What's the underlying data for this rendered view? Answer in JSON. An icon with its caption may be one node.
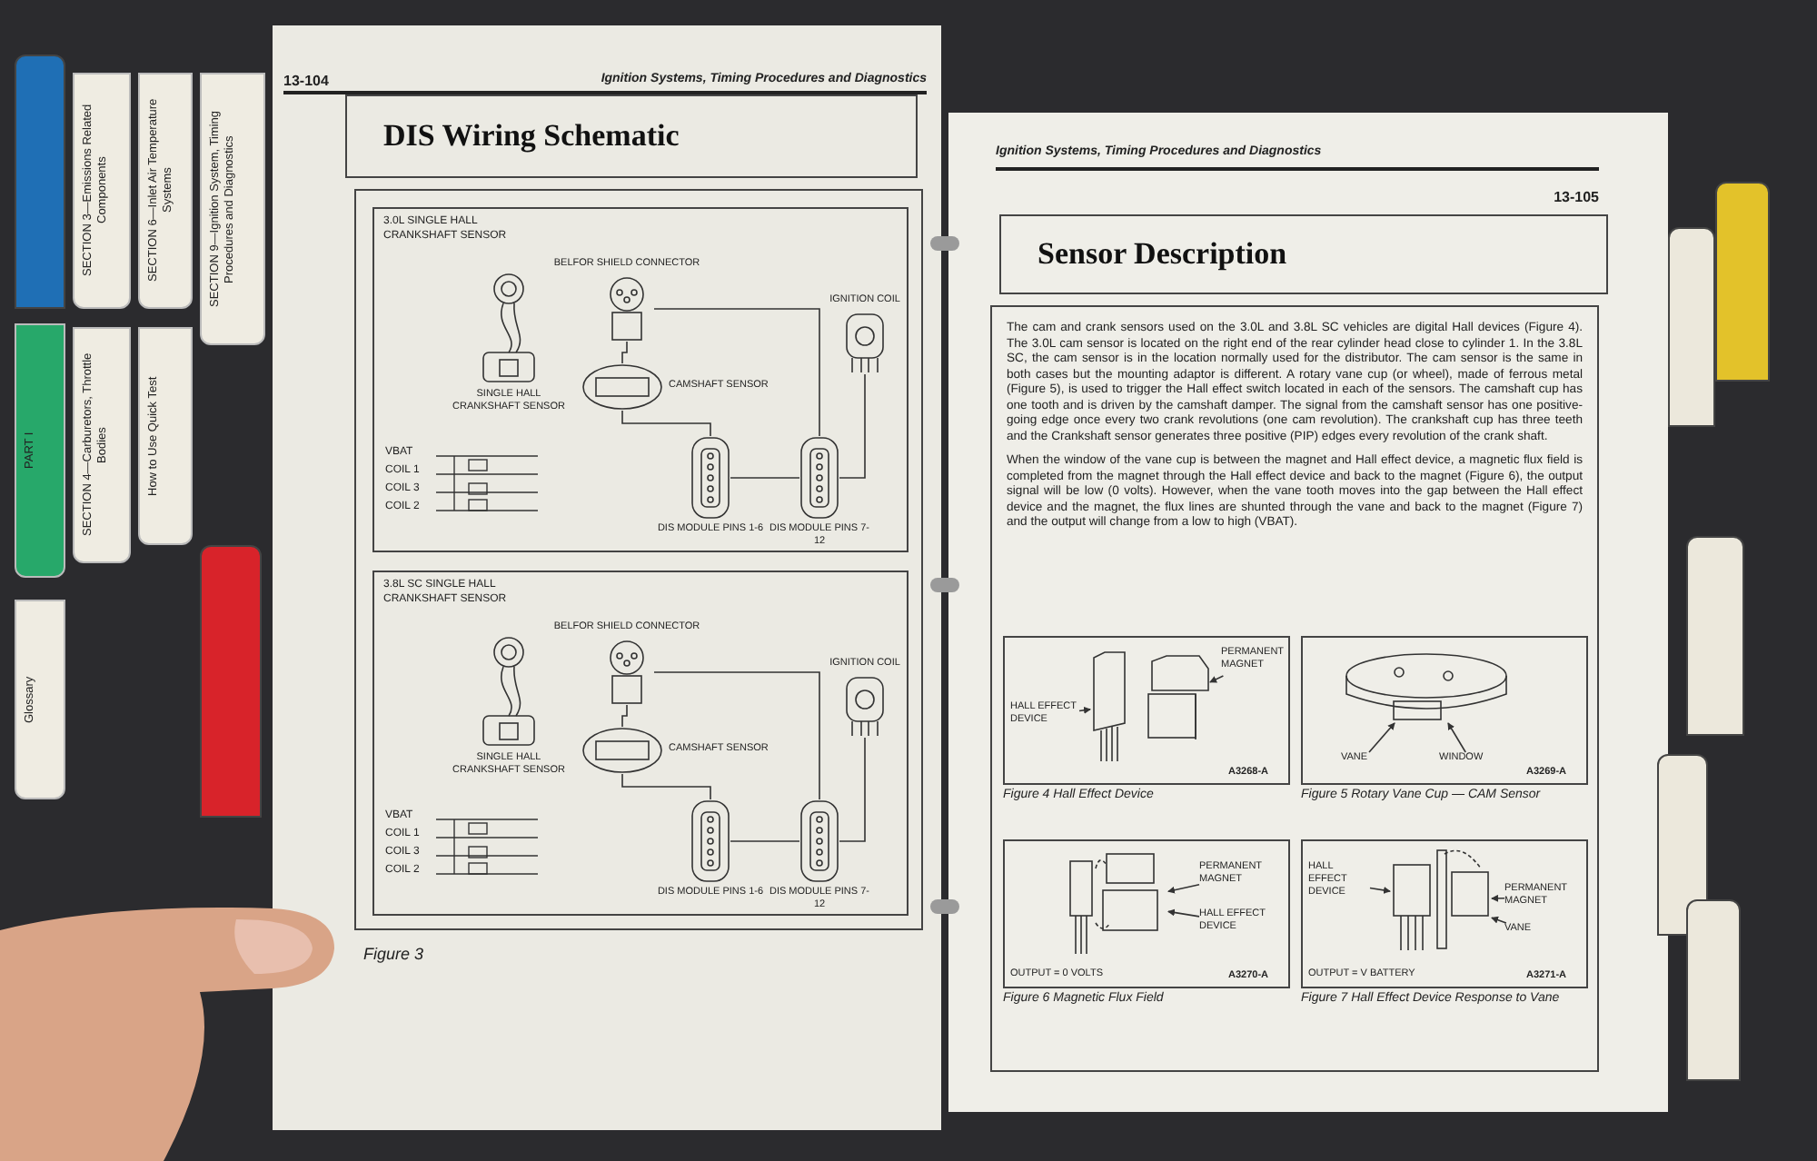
{
  "diagram": {
    "nodes": [
      {
        "text": [],
        "shape": "box"
      },
      {
        "text": [
          "SECTION 3—Emissions Related Components"
        ]
      },
      {
        "text": [
          "SECTION 9—Ignition System, Timing Procedures and Diagnostics"
        ]
      },
      {
        "text": [
          "PART I"
        ]
      },
      {
        "text": [
          "SECTION 4—Carburetors, Throttle Bodies"
        ]
      },
      {
        "text": [
          "How to Use Quick Test"
        ]
      },
      {
        "text": [],
        "shape": "box"
      },
      {
        "text": [
          "Glossary"
        ]
      },
      {
        "text": [
          "SECTION 6—Inlet Air Temperature Systems"
        ]
      },
      {
        "text": [
          "DIS Wiring Schematic"
        ]
      },
      {
        "text": [],
        "shape": "box"
      },
      {
        "text": [],
        "shape": "box",
        "in": 10
      },
      {
        "text": [],
        "shape": "picture",
        "in": 11,
        "beside": [
          "SINGLE HALL CRANKSHAFT SENSOR"
        ]
      },
      {
        "text": [],
        "shape": "picture",
        "in": 11,
        "beside": [
          "BELFOR SHIELD CONNECTOR"
        ]
      },
      {
        "text": [],
        "shape": "picture",
        "in": 11,
        "beside": [
          "CAMSHAFT SENSOR"
        ]
      },
      {
        "text": [],
        "shape": "picture",
        "in": 11,
        "beside": [
          "DIS MODULE PINS 1-6"
        ]
      },
      {
        "text": [],
        "shape": "picture",
        "in": 11,
        "beside": [
          "DIS MODULE PINS 7-12"
        ]
      },
      {
        "text": [],
        "shape": "picture",
        "in": 11,
        "beside": [
          "IGNITION COIL"
        ]
      },
      {
        "text": [],
        "shape": "box",
        "in": 10
      },
      {
        "text": [],
        "shape": "picture",
        "in": 18,
        "beside": [
          "SINGLE HALL CRANKSHAFT SENSOR"
        ]
      },
      {
        "text": [],
        "shape": "picture",
        "in": 18,
        "beside": [
          "BELFOR SHIELD CONNECTOR"
        ]
      },
      {
        "text": [],
        "shape": "picture",
        "in": 18,
        "beside": [
          "CAMSHAFT SENSOR"
        ]
      },
      {
        "text": [],
        "shape": "picture",
        "in": 18,
        "beside": [
          "DIS MODULE PINS 1-6"
        ]
      },
      {
        "text": [],
        "shape": "picture",
        "in": 18,
        "beside": [
          "DIS MODULE PINS 7-12"
        ]
      },
      {
        "text": [],
        "shape": "picture",
        "in": 18,
        "beside": [
          "IGNITION COIL"
        ]
      },
      {
        "text": [
          "Sensor Description"
        ]
      },
      {
        "text": [
          "The cam and crank sensors used on the 3.0L and 3.8L SC vehicles are digital Hall devices (Figure 4). The 3.0L cam sensor is located on the right end of the rear cylinder head close to cylinder 1. In the 3.8L SC, the cam sensor is in the location normally used for the distributor. The cam sensor is the same in both cases but the mounting adaptor is different. A rotary vane cup (or wheel), made of ferrous metal (Figure 5), is used to trigger the Hall effect switch located in each of the sensors. The camshaft cup has one tooth and is driven by the camshaft damper. The signal from the camshaft sensor has one positive-going edge once every two crank revolutions (one cam revolution). The crankshaft cup has three teeth and the Crankshaft sensor generates three positive (PIP) edges every revolution of the crank shaft.",
          "When the window of the vane cup is between the magnet and Hall effect device, a magnetic flux field is completed from the magnet through the Hall effect device and back to the magnet (Figure 6), the output signal will be low (0 volts). However, when the vane tooth moves into the gap between the Hall effect device and the magnet, the flux lines are shunted through the vane and back to the magnet (Figure 7) and the output will change from a low to high (VBAT)."
        ]
      },
      {
        "text": [],
        "shape": "box",
        "in": 26,
        "beside": [
          "Figure 4 Hall Effect Device"
        ]
      },
      {
        "text": [
          "HALL EFFECT DEVICE"
        ],
        "in": 27
      },
      {
        "text": [
          "PERMANENT MAGNET"
        ],
        "in": 27
      },
      {
        "text": [],
        "shape": "picture",
        "in": 27
      },
      {
        "text": [],
        "shape": "picture",
        "in": 27
      },
      {
        "text": [],
        "shape": "box",
        "in": 26,
        "beside": [
          "Figure 5 Rotary Vane Cup — CAM Sensor"
        ]
      },
      {
        "text": [
          "VANE"
        ],
        "in": 32
      },
      {
        "text": [
          "WINDOW"
        ],
        "in": 32
      },
      {
        "text": [],
        "shape": "picture",
        "in": 32
      },
      {
        "text": [],
        "shape": "box",
        "in": 26,
        "beside": [
          "Figure 6 Magnetic Flux Field"
        ]
      },
      {
        "text": [
          "PERMANENT MAGNET"
        ],
        "in": 36
      },
      {
        "text": [
          "HALL EFFECT DEVICE"
        ],
        "in": 36
      },
      {
        "text": [],
        "shape": "picture",
        "in": 36
      },
      {
        "text": [],
        "shape": "box",
        "in": 26,
        "beside": [
          "Figure 7 Hall Effect Device Response to Vane"
        ]
      },
      {
        "text": [
          "HALL EFFECT DEVICE"
        ],
        "in": 40
      },
      {
        "text": [
          "PERMANENT MAGNET"
        ],
        "in": 40
      },
      {
        "text": [
          "VANE"
        ],
        "in": 40
      },
      {
        "text": [],
        "shape": "picture",
        "in": 40
      },
      {
        "text": [],
        "shape": "box"
      },
      {
        "text": [],
        "shape": "box"
      },
      {
        "text": [],
        "shape": "box"
      },
      {
        "text": [],
        "shape": "box"
      },
      {
        "text": [],
        "shape": "box"
      }
    ],
    "edges": [
      {
        "from": 13,
        "to": 14,
        "arrow": "none"
      },
      {
        "from": 14,
        "to": 15,
        "arrow": "none"
      },
      {
        "from": 13,
        "to": 16,
        "arrow": "none"
      },
      {
        "from": 15,
        "to": 16,
        "arrow": "none"
      },
      {
        "from": 16,
        "to": 17,
        "arrow": "none"
      },
      {
        "from": 20,
        "to": 21,
        "arrow": "none"
      },
      {
        "from": 21,
        "to": 22,
        "arrow": "none"
      },
      {
        "from": 20,
        "to": 23,
        "arrow": "none"
      },
      {
        "from": 22,
        "to": 23,
        "arrow": "none"
      },
      {
        "from": 23,
        "to": 24,
        "arrow": "none"
      },
      {
        "from": 28,
        "to": 30,
        "arrow": "to"
      },
      {
        "from": 29,
        "to": 31,
        "arrow": "to"
      },
      {
        "from": 33,
        "to": 35,
        "arrow": "to"
      },
      {
        "from": 34,
        "to": 35,
        "arrow": "to"
      },
      {
        "from": 37,
        "to": 39,
        "arrow": "to"
      },
      {
        "from": 38,
        "to": 39,
        "arrow": "to"
      },
      {
        "from": 41,
        "to": 44,
        "arrow": "to"
      },
      {
        "from": 42,
        "to": 44,
        "arrow": "to"
      },
      {
        "from": 43,
        "to": 44,
        "arrow": "to"
      }
    ],
    "labels": [
      "13-104",
      "Ignition Systems, Timing Procedures and Diagnostics",
      "3.0L SINGLE HALL CRANKSHAFT SENSOR",
      "VBAT",
      "COIL 1",
      "COIL 3",
      "COIL 2",
      "3.8L SC SINGLE HALL CRANKSHAFT SENSOR",
      "VBAT",
      "COIL 1",
      "COIL 3",
      "COIL 2",
      "Figure 3",
      "Ignition Systems, Timing Procedures and Diagnostics",
      "13-105",
      "A3268-A",
      "A3269-A",
      "OUTPUT = 0 VOLTS",
      "A3270-A",
      "OUTPUT = V BATTERY",
      "A3271-A"
    ]
  }
}
